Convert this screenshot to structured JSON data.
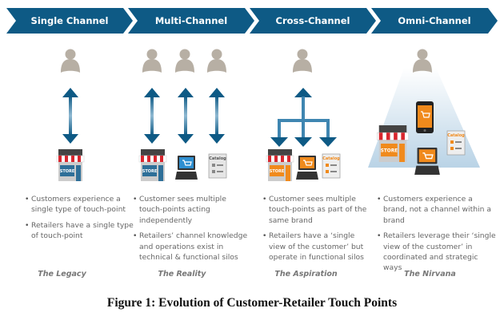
{
  "channels": [
    {
      "label": "Single Channel"
    },
    {
      "label": "Multi-Channel"
    },
    {
      "label": "Cross-Channel"
    },
    {
      "label": "Omni-Channel"
    }
  ],
  "columns": [
    {
      "bullets": [
        "Customers experience a single type of touch-point",
        "Retailers have a single type of touch-point"
      ],
      "stage": "The Legacy",
      "touchpoints": [
        "store"
      ]
    },
    {
      "bullets": [
        "Customer sees multiple touch-points acting independently",
        "Retailers’ channel knowledge and operations exist in technical & functional silos"
      ],
      "stage": "The Reality",
      "touchpoints": [
        "store",
        "computer",
        "catalog"
      ]
    },
    {
      "bullets": [
        "Customer sees multiple touch-points as part of the same brand",
        "Retailers have a ‘single view of the customer’ but  operate in functional silos"
      ],
      "stage": "The Aspiration",
      "touchpoints": [
        "store",
        "computer",
        "catalog"
      ]
    },
    {
      "bullets": [
        "Customers experience a brand, not a channel within a brand",
        "Retailers leverage their ‘single view of the customer’ in coordinated and strategic ways"
      ],
      "stage": "The Nirvana",
      "touchpoints": [
        "store",
        "phone",
        "computer",
        "catalog"
      ]
    }
  ],
  "icon_labels": {
    "store": "STORE",
    "catalog": "Catalog"
  },
  "colors": {
    "banner": "#0e5a85",
    "arrow": "#1a6f9a",
    "person": "#b7afa4",
    "awning": "#d8262e",
    "screen": "#f08a1c"
  },
  "caption": "Figure 1: Evolution of Customer-Retailer Touch Points"
}
